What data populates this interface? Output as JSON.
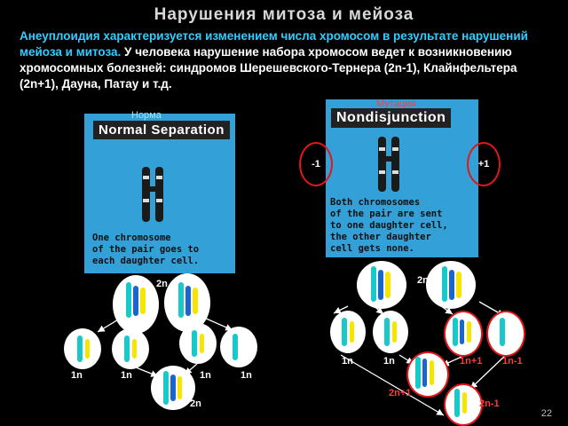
{
  "slide": {
    "title": "Нарушения митоза и мейоза",
    "intro_cyan": "Анеуплоидия характеризуется изменением числа хромосом в результате нарушений мейоза и митоза.",
    "intro_white": " У человека нарушение набора хромосом ведет к возникновению хромосомных болезней: синдромов Шерешевского-Тернера (2n-1), Клайнфельтера (2n+1), Дауна, Патау и т.д.",
    "page_number": "22"
  },
  "normal": {
    "tag": "Норма",
    "heading": "Normal Separation",
    "body": "One chromosome\nof the pair goes to\neach daughter cell.",
    "top_label": "2n",
    "mid_labels": [
      "1n",
      "1n",
      "1n",
      "1n"
    ],
    "bottom_label": "2n"
  },
  "mutation": {
    "tag": "Мутация",
    "heading": "Nondisjunction",
    "body": "Both chromosomes\nof the pair are sent\nto one daughter cell,\nthe other daughter\ncell gets none.",
    "minus_label": "-1",
    "plus_label": "+1",
    "top_label": "2n",
    "mid_labels": [
      "1n",
      "1n",
      "1n+1",
      "1n-1"
    ],
    "left_bottom_label": "2n+1",
    "right_bottom_label": "2n-1"
  },
  "colors": {
    "panel": "#33a0d8",
    "chromosome_cyan": "#19c8c8",
    "chromosome_yellow": "#f5e600",
    "chromosome_blue": "#1a66cc",
    "highlight_red": "#e01818"
  }
}
